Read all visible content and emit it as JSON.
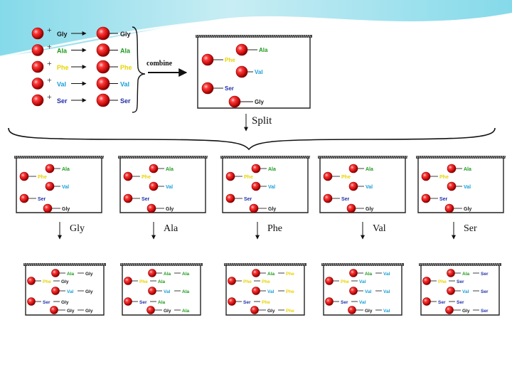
{
  "colors": {
    "Gly": "#1a1a1a",
    "Ala": "#1c9a1c",
    "Phe": "#e6d400",
    "Val": "#1aa0d8",
    "Ser": "#1f2fa8",
    "bead": "#e01818",
    "beaker": "#222222",
    "header_teal": "#6fd3e6"
  },
  "step1": {
    "plus": "+",
    "reagents": [
      "Gly",
      "Ala",
      "Phe",
      "Val",
      "Ser"
    ],
    "combine_label": "combine"
  },
  "combined_vessel": {
    "beads": [
      "Ala",
      "Phe",
      "Val",
      "Ser",
      "Gly"
    ]
  },
  "split_label": "Split",
  "split_vessels": [
    {
      "beads": [
        "Ala",
        "Phe",
        "Val",
        "Ser",
        "Gly"
      ]
    },
    {
      "beads": [
        "Ala",
        "Phe",
        "Val",
        "Ser",
        "Gly"
      ]
    },
    {
      "beads": [
        "Ala",
        "Phe",
        "Val",
        "Ser",
        "Gly"
      ]
    },
    {
      "beads": [
        "Ala",
        "Phe",
        "Val",
        "Ser",
        "Gly"
      ]
    },
    {
      "beads": [
        "Ala",
        "Phe",
        "Val",
        "Ser",
        "Gly"
      ]
    }
  ],
  "coupling_labels": [
    "Gly",
    "Ala",
    "Phe",
    "Val",
    "Ser"
  ],
  "final_vessels": [
    {
      "beads": [
        [
          "Ala",
          "Gly"
        ],
        [
          "Phe",
          "Gly"
        ],
        [
          "Val",
          "Gly"
        ],
        [
          "Ser",
          "Gly"
        ],
        [
          "Gly",
          "Gly"
        ]
      ]
    },
    {
      "beads": [
        [
          "Ala",
          "Ala"
        ],
        [
          "Phe",
          "Ala"
        ],
        [
          "Val",
          "Ala"
        ],
        [
          "Ser",
          "Ala"
        ],
        [
          "Gly",
          "Ala"
        ]
      ]
    },
    {
      "beads": [
        [
          "Ala",
          "Phe"
        ],
        [
          "Phe",
          "Phe"
        ],
        [
          "Val",
          "Phe"
        ],
        [
          "Ser",
          "Phe"
        ],
        [
          "Gly",
          "Phe"
        ]
      ]
    },
    {
      "beads": [
        [
          "Ala",
          "Val"
        ],
        [
          "Phe",
          "Val"
        ],
        [
          "Val",
          "Val"
        ],
        [
          "Ser",
          "Val"
        ],
        [
          "Gly",
          "Val"
        ]
      ]
    },
    {
      "beads": [
        [
          "Ala",
          "Ser"
        ],
        [
          "Phe",
          "Ser"
        ],
        [
          "Val",
          "Ser"
        ],
        [
          "Ser",
          "Ser"
        ],
        [
          "Gly",
          "Ser"
        ]
      ]
    }
  ]
}
